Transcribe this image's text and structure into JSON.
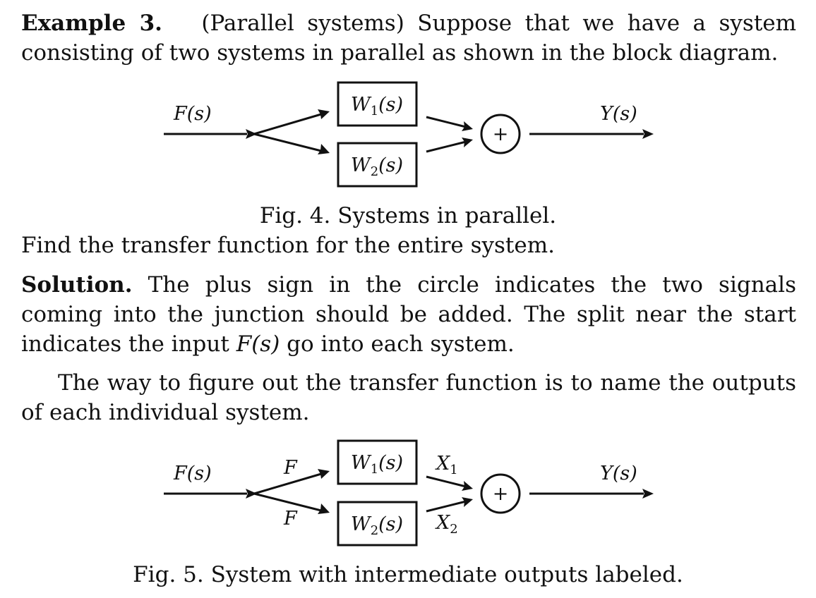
{
  "example": {
    "heading": "Example 3.",
    "text": "(Parallel systems) Suppose that we have a system consisting of two systems in parallel as shown in the block diagram."
  },
  "figure4": {
    "input_label": "F(s)",
    "output_label": "Y(s)",
    "block1": {
      "name": "W",
      "sub": "1",
      "arg": "(s)"
    },
    "block2": {
      "name": "W",
      "sub": "2",
      "arg": "(s)"
    },
    "junction_symbol": "+",
    "caption": "Fig. 4. Systems in parallel."
  },
  "question": "Find the transfer function for the entire system.",
  "solution": {
    "heading": "Solution.",
    "text_1": "The plus sign in the circle indicates the two signals coming into the junction should be added. The split near the start indicates the input",
    "math": "F(s)",
    "text_2": "go into each system."
  },
  "paragraph2": "The way to figure out the transfer function is to name the outputs of each individual system.",
  "figure5": {
    "input_label": "F(s)",
    "output_label": "Y(s)",
    "branch_label_top": "F",
    "branch_label_bottom": "F",
    "block1": {
      "name": "W",
      "sub": "1",
      "arg": "(s)"
    },
    "block2": {
      "name": "W",
      "sub": "2",
      "arg": "(s)"
    },
    "out1": {
      "name": "X",
      "sub": "1"
    },
    "out2": {
      "name": "X",
      "sub": "2"
    },
    "junction_symbol": "+",
    "caption": "Fig. 5. System with intermediate outputs labeled."
  }
}
